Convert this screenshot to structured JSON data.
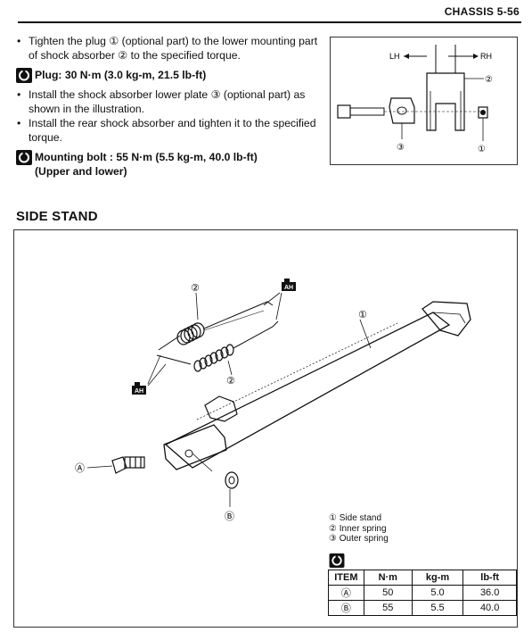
{
  "header": {
    "title": "CHASSIS 5-56"
  },
  "instructions": {
    "bullet1": "Tighten the plug ① (optional part) to the lower mounting part of shock absorber ② to the specified torque.",
    "torque1": "Plug: 30 N·m (3.0 kg-m, 21.5 lb-ft)",
    "bullet2": "Install the shock absorber lower plate ③ (optional part) as shown in the illustration.",
    "bullet3": "Install the rear shock absorber and tighten it to the specified torque.",
    "torque2_line1": "Mounting bolt  : 55 N·m (5.5 kg-m, 40.0 lb-ft)",
    "torque2_line2": "(Upper and lower)"
  },
  "inset": {
    "lh": "LH",
    "rh": "RH",
    "callouts": [
      "②",
      "③",
      "①"
    ]
  },
  "section": {
    "title": "SIDE STAND"
  },
  "figure": {
    "callout_side_stand": "①",
    "callout_inner_top": "②",
    "callout_inner_bottom": "②",
    "callout_a": "Ⓐ",
    "callout_b": "Ⓑ",
    "grease_icon_label": "AH"
  },
  "legend": {
    "items": [
      "① Side stand",
      "② Inner spring",
      "③ Outer spring"
    ]
  },
  "torque_table": {
    "headers": [
      "ITEM",
      "N·m",
      "kg-m",
      "lb-ft"
    ],
    "rows": [
      [
        "Ⓐ",
        "50",
        "5.0",
        "36.0"
      ],
      [
        "Ⓑ",
        "55",
        "5.5",
        "40.0"
      ]
    ]
  }
}
